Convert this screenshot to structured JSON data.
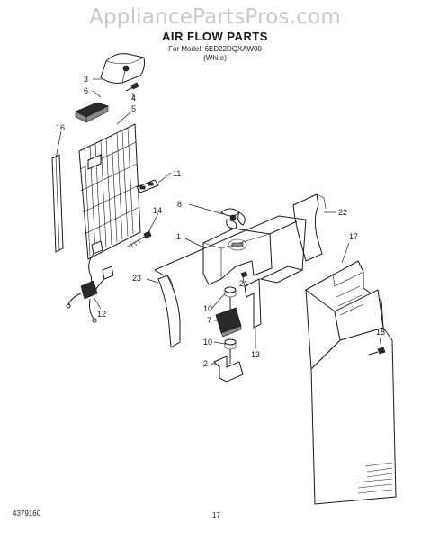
{
  "watermark": "AppliancePartsPros.com",
  "title": "AIR FLOW PARTS",
  "model_line": "For Model: 6ED22DQXAW00",
  "variant": "(White)",
  "callouts": [
    "3",
    "6",
    "4",
    "5",
    "16",
    "11",
    "8",
    "22",
    "14",
    "1",
    "17",
    "23",
    "12",
    "21",
    "10",
    "7",
    "13",
    "10",
    "18",
    "2"
  ],
  "footer": {
    "doc_number": "4379160",
    "page_number": "17"
  }
}
